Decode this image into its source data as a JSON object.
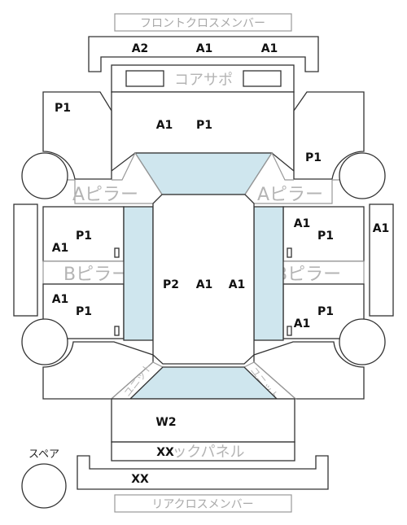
{
  "labels": {
    "front_cross_member": "フロントクロスメンバー",
    "core_support": "コアサポ",
    "a_pillar_left": "Aピラー",
    "a_pillar_right": "Aピラー",
    "b_pillar_left": "Bピラー",
    "b_pillar_right": "Bピラー",
    "back_panel": "ックパネル",
    "rear_cross_member": "リアクロスメンバー",
    "spare": "スペア",
    "unit_left": "ユニット",
    "unit_right": "ユニット"
  },
  "codes": {
    "front_cross_left": "A2",
    "front_cross_mid": "A1",
    "front_cross_right": "A1",
    "bonnet_a": "A1",
    "bonnet_p": "P1",
    "fender_left": "P1",
    "fender_right": "P1",
    "front_door_left_p": "P1",
    "front_door_left_a": "A1",
    "front_door_right_a": "A1",
    "front_door_right_p": "P1",
    "rocker_right": "A1",
    "rear_door_left_a": "A1",
    "rear_door_left_p": "P1",
    "rear_door_right_p": "P1",
    "rear_door_right_a": "A1",
    "roof_p": "P2",
    "roof_a1": "A1",
    "roof_a2": "A1",
    "trunk": "W2",
    "back_panel": "XX",
    "rear_cross": "XX"
  }
}
